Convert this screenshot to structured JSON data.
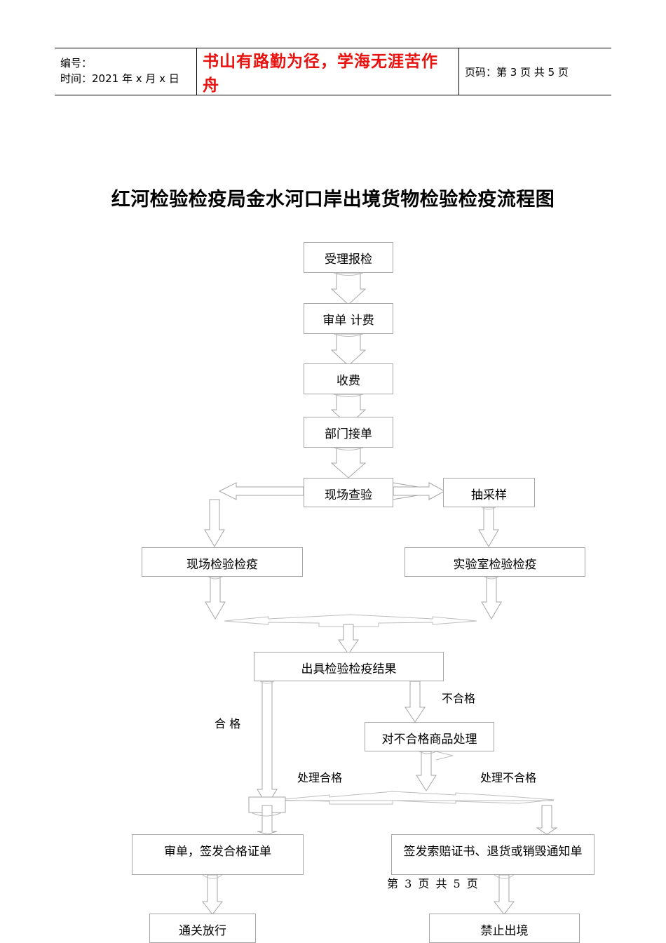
{
  "header": {
    "left_cell": {
      "line1": "编号：",
      "line2": "时间：2021 年 x 月 x 日"
    },
    "center_cell": {
      "motto": "书山有路勤为径，学海无涯苦作舟",
      "color": "#e8120e"
    },
    "right_cell": {
      "page_info": "页码：第 3 页  共 5 页"
    }
  },
  "title": "红河检验检疫局金水河口岸出境货物检验检疫流程图",
  "footer": {
    "page_note": "第 3 页 共 5 页"
  },
  "flowchart": {
    "type": "flowchart",
    "orientation": "top-to-bottom",
    "nodes": [
      {
        "id": "n1",
        "label": "受理报检"
      },
      {
        "id": "n2",
        "label": "审单    计费"
      },
      {
        "id": "n3",
        "label": "收费"
      },
      {
        "id": "n4",
        "label": "部门接单"
      },
      {
        "id": "n5",
        "label": "现场查验"
      },
      {
        "id": "n6",
        "label": "抽采样"
      },
      {
        "id": "n7",
        "label": "现场检验检疫"
      },
      {
        "id": "n8",
        "label": "实验室检验检疫"
      },
      {
        "id": "n9",
        "label": "出具检验检疫结果"
      },
      {
        "id": "n10",
        "label": "对不合格商品处理"
      },
      {
        "id": "n11",
        "label": "审单，签发合格证单"
      },
      {
        "id": "n12",
        "label": "签发索赔证书、退货或销毁通知单"
      },
      {
        "id": "n13",
        "label": "通关放行"
      },
      {
        "id": "n14",
        "label": "禁止出境"
      }
    ],
    "edge_labels": [
      {
        "id": "e1",
        "label": "合 格"
      },
      {
        "id": "e2",
        "label": "不合格"
      },
      {
        "id": "e3",
        "label": "处理合格"
      },
      {
        "id": "e4",
        "label": "处理不合格"
      }
    ],
    "edges": [
      {
        "from": "n1",
        "to": "n2",
        "label": ""
      },
      {
        "from": "n2",
        "to": "n3",
        "label": ""
      },
      {
        "from": "n3",
        "to": "n4",
        "label": ""
      },
      {
        "from": "n4",
        "to": "n5",
        "label": ""
      },
      {
        "from": "n5",
        "to": "n6",
        "label": ""
      },
      {
        "from": "n5",
        "to": "n7",
        "label": ""
      },
      {
        "from": "n6",
        "to": "n8",
        "label": ""
      },
      {
        "from": "n7",
        "to": "n9",
        "label": ""
      },
      {
        "from": "n8",
        "to": "n9",
        "label": ""
      },
      {
        "from": "n9",
        "to": "n11",
        "label": "合 格"
      },
      {
        "from": "n9",
        "to": "n10",
        "label": "不合格"
      },
      {
        "from": "n10",
        "to": "n11",
        "label": "处理合格"
      },
      {
        "from": "n10",
        "to": "n12",
        "label": "处理不合格"
      },
      {
        "from": "n11",
        "to": "n13",
        "label": ""
      },
      {
        "from": "n12",
        "to": "n14",
        "label": ""
      }
    ],
    "style": {
      "node_border": "#a6a6a6",
      "node_fill": "#ffffff",
      "arrow_stroke": "#a6a6a6"
    }
  }
}
